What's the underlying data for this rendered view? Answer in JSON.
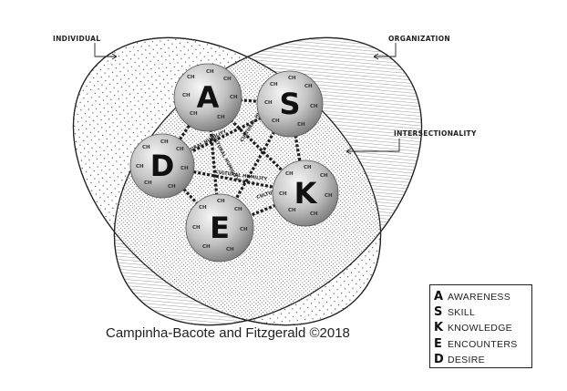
{
  "labels": {
    "individual": "INDIVIDUAL",
    "organization": "ORGANIZATION",
    "intersectionality": "INTERSECTIONALITY"
  },
  "balls": {
    "a": "A",
    "s": "S",
    "d": "D",
    "k": "K",
    "e": "E"
  },
  "ball_sublabel": "CH",
  "link_text": "CULTURAL HUMILITY",
  "credit": "Campinha-Bacote and Fitzgerald  ©2018",
  "legend": {
    "items": [
      {
        "letter": "A",
        "word": "AWARENESS"
      },
      {
        "letter": "S",
        "word": "SKILL"
      },
      {
        "letter": "K",
        "word": "KNOWLEDGE"
      },
      {
        "letter": "E",
        "word": "ENCOUNTERS"
      },
      {
        "letter": "D",
        "word": "DESIRE"
      }
    ]
  },
  "colors": {
    "ink": "#222222",
    "sphere_light": "#f2f2f2",
    "sphere_dark": "#8c8c8c"
  }
}
